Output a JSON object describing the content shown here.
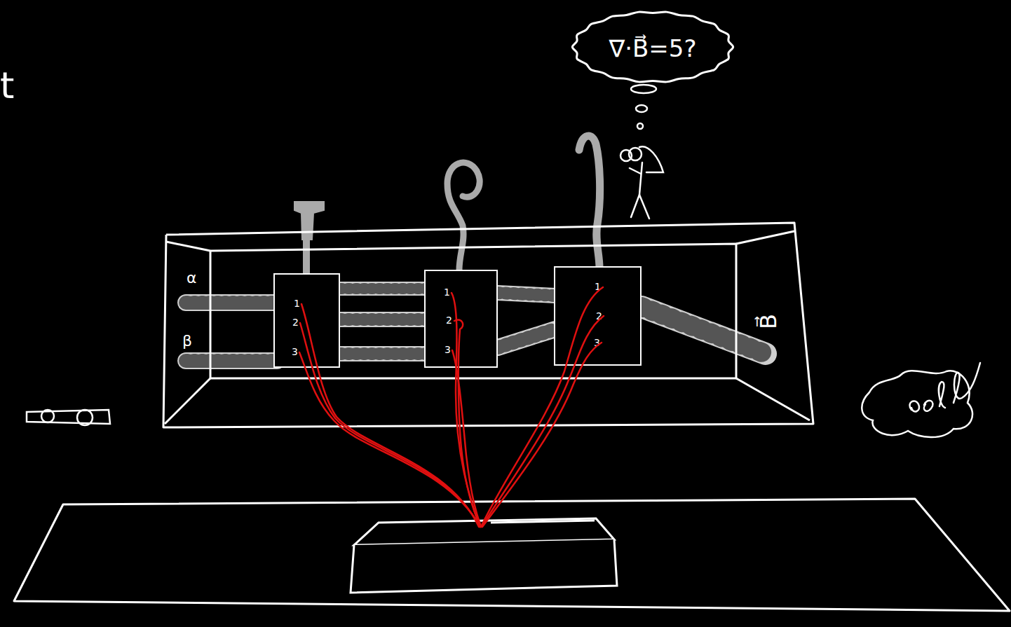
{
  "diagram": {
    "nodes": [
      {
        "text": [
          "α",
          "β",
          "B⃗"
        ]
      },
      {
        "text": [
          "1",
          "2",
          "3"
        ],
        "in": 0
      },
      {
        "text": [
          "1",
          "2",
          "3"
        ],
        "in": 0
      },
      {
        "text": [
          "1",
          "2",
          "3"
        ],
        "in": 0
      },
      {
        "text": [
          "∇·B⃗=5?"
        ]
      }
    ],
    "labels": [
      "t"
    ]
  }
}
